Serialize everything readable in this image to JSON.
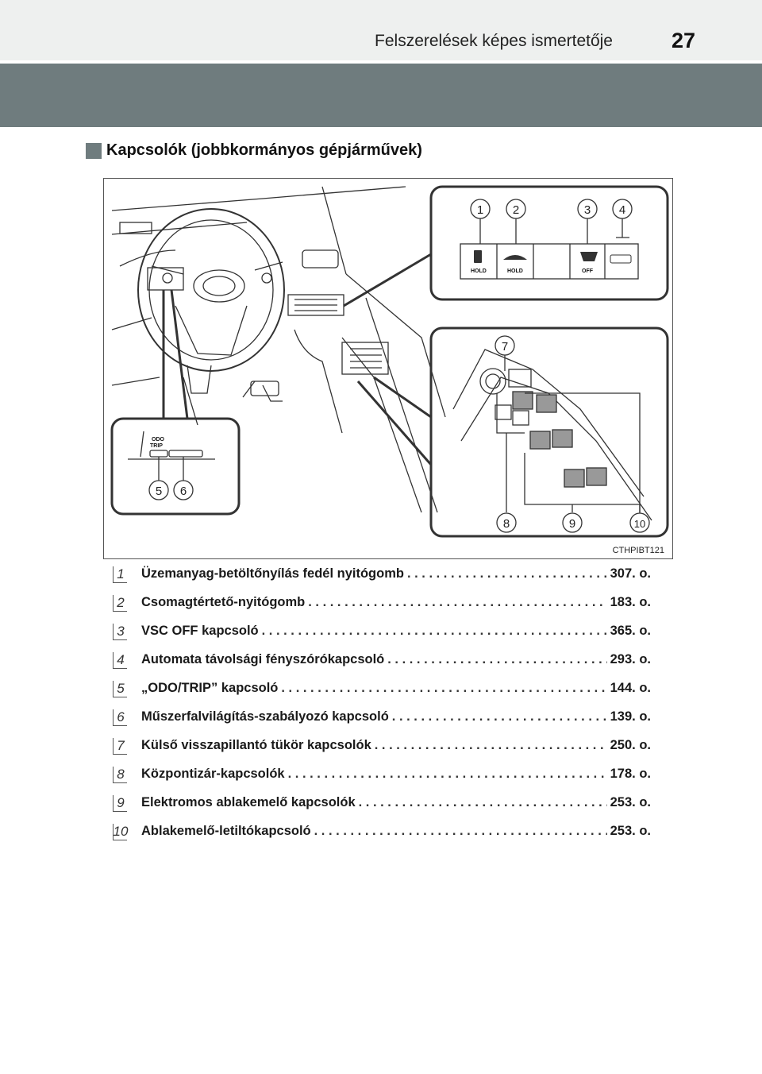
{
  "header": {
    "title": "Felszerelések képes ismertetője",
    "page_number": "27"
  },
  "section": {
    "title": "Kapcsolók (jobbkormányos gépjárművek)"
  },
  "figure": {
    "code": "CTHPIBT121",
    "callouts": [
      "1",
      "2",
      "3",
      "4",
      "5",
      "6",
      "7",
      "8",
      "9",
      "10"
    ],
    "switch_labels": {
      "hold1": "HOLD",
      "hold2": "HOLD",
      "off": "OFF",
      "odo": "ODO",
      "trip": "TRIP"
    }
  },
  "items": [
    {
      "num": "1",
      "label": "Üzemanyag-betöltőnyílás fedél nyitógomb",
      "page": "307. o."
    },
    {
      "num": "2",
      "label": "Csomagtértető-nyitógomb",
      "page": "183. o."
    },
    {
      "num": "3",
      "label": "VSC OFF kapcsoló",
      "page": "365. o."
    },
    {
      "num": "4",
      "label": "Automata távolsági fényszórókapcsoló",
      "page": "293. o."
    },
    {
      "num": "5",
      "label": "„ODO/TRIP” kapcsoló",
      "page": "144. o."
    },
    {
      "num": "6",
      "label": "Műszerfalvilágítás-szabályozó kapcsoló",
      "page": "139. o."
    },
    {
      "num": "7",
      "label": "Külső visszapillantó tükör kapcsolók",
      "page": "250. o."
    },
    {
      "num": "8",
      "label": "Központizár-kapcsolók",
      "page": "178. o."
    },
    {
      "num": "9",
      "label": "Elektromos ablakemelő kapcsolók",
      "page": "253. o."
    },
    {
      "num": "10",
      "label": "Ablakemelő-letiltókapcsoló",
      "page": "253. o."
    }
  ]
}
